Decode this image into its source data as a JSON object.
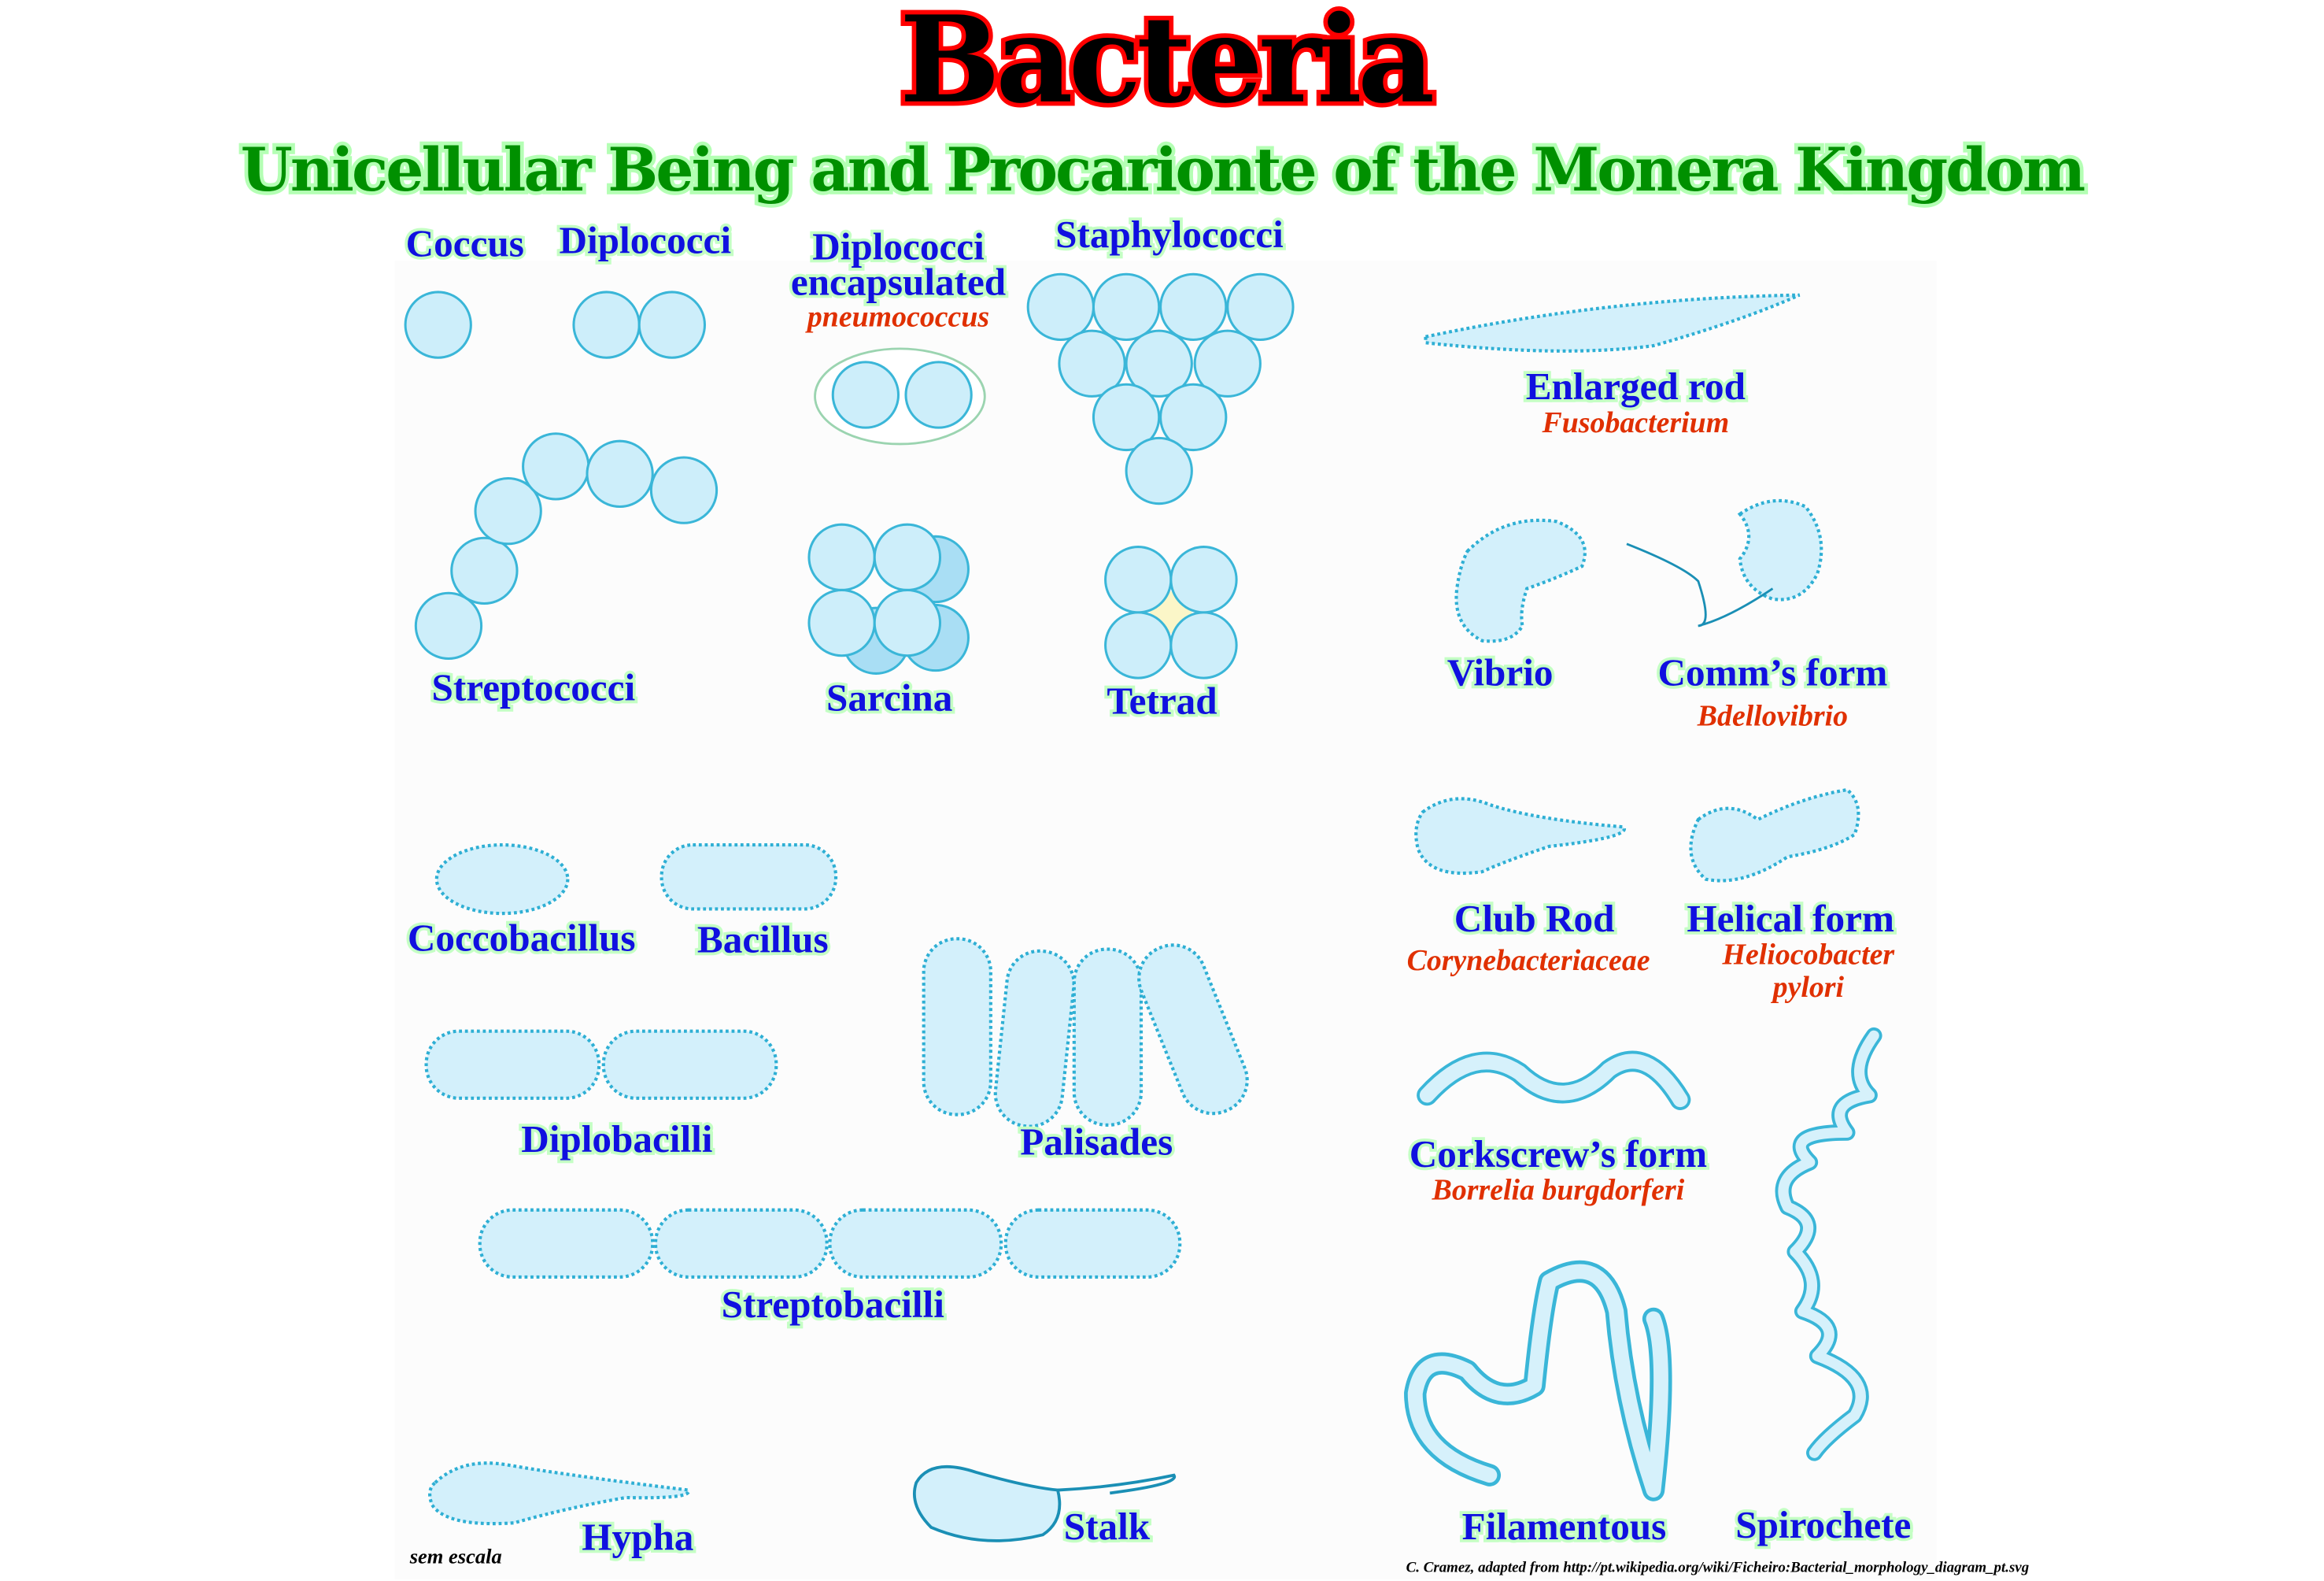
{
  "title": "Bacteria",
  "subtitle": "Unicellular Being and Procarionte of the Monera Kingdom",
  "labels": {
    "coccus": "Coccus",
    "diplococci": "Diplococci",
    "diplococci_encapsulated_1": "Diplococci",
    "diplococci_encapsulated_2": "encapsulated",
    "staphylococci": "Staphylococci",
    "streptococci": "Streptococci",
    "sarcina": "Sarcina",
    "tetrad": "Tetrad",
    "enlarged_rod": "Enlarged rod",
    "vibrio": "Vibrio",
    "comms_form": "Comm’s form",
    "club_rod": "Club Rod",
    "helical_form": "Helical form",
    "coccobacillus": "Coccobacillus",
    "bacillus": "Bacillus",
    "palisades": "Palisades",
    "diplobacilli": "Diplobacilli",
    "corkscrews_form": "Corkscrew’s form",
    "streptobacilli": "Streptobacilli",
    "filamentous": "Filamentous",
    "spirochete": "Spirochete",
    "hypha": "Hypha",
    "stalk": "Stalk"
  },
  "examples": {
    "pneumococcus": "pneumococcus",
    "fusobacterium": "Fusobacterium",
    "bdellovibrio": "Bdellovibrio",
    "corynebacteriaceae": "Corynebacteriaceae",
    "heliocobacter_1": "Heliocobacter",
    "heliocobacter_2": "pylori",
    "borrelia": "Borrelia burgdorferi"
  },
  "scale_note": "sem escala",
  "credit": "C. Cramez, adapted from  http://pt.wikipedia.org/wiki/Ficheiro:Bacterial_morphology_diagram_pt.svg",
  "colors": {
    "label": "#1010e0",
    "example": "#e03000",
    "subtitle": "#009000",
    "cell": "#cdeefa",
    "outline": "#3ab6d8"
  }
}
